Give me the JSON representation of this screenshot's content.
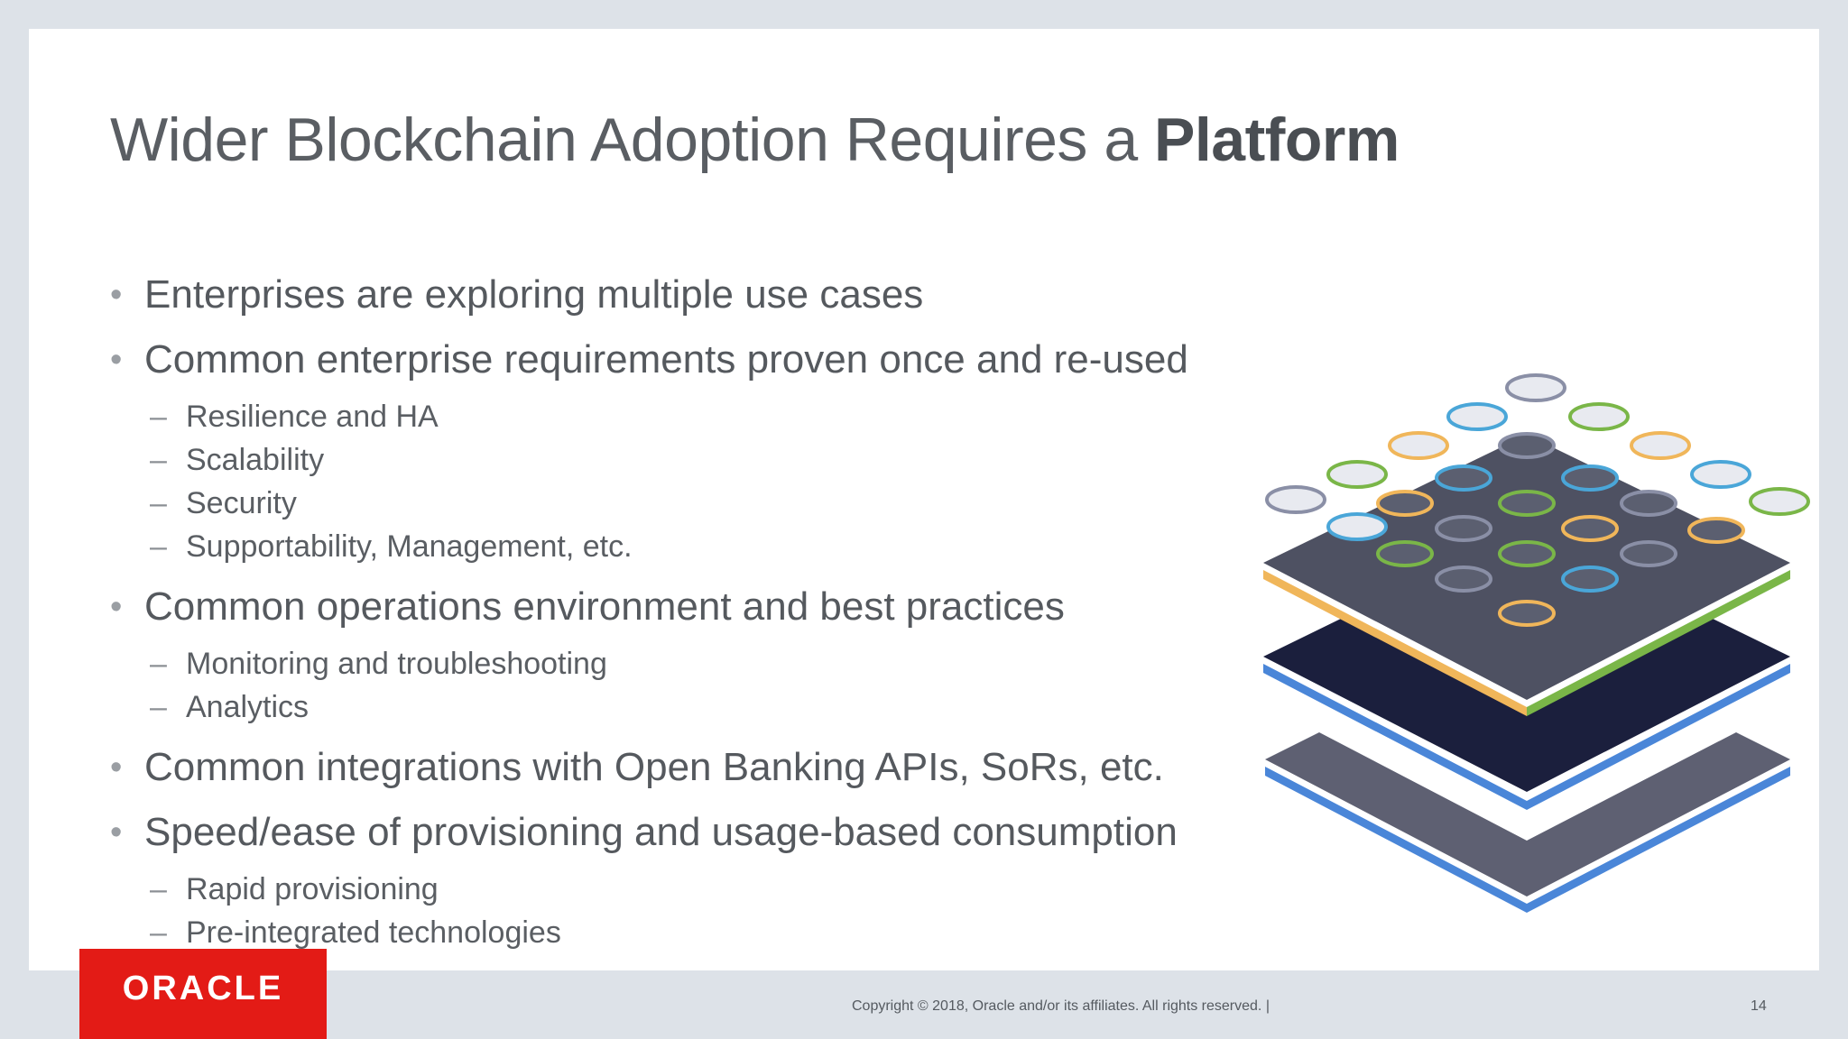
{
  "slide": {
    "title_regular": "Wider Blockchain Adoption Requires a ",
    "title_bold": "Platform",
    "bullets": [
      {
        "text": "Enterprises are exploring multiple use cases",
        "subs": []
      },
      {
        "text": "Common enterprise requirements proven once and re-used",
        "subs": [
          "Resilience and HA",
          "Scalability",
          "Security",
          "Supportability, Management, etc."
        ]
      },
      {
        "text": "Common operations environment and best practices",
        "subs": [
          "Monitoring and troubleshooting",
          "Analytics"
        ]
      },
      {
        "text": "Common integrations with Open Banking APIs, SoRs, etc.",
        "subs": []
      },
      {
        "text": "Speed/ease of provisioning and usage-based consumption",
        "subs": [
          "Rapid provisioning",
          "Pre-integrated technologies"
        ]
      }
    ]
  },
  "footer": {
    "logo_text": "ORACLE",
    "copyright": "Copyright © 2018, Oracle and/or its affiliates. All rights reserved.  |",
    "page_number": "14"
  },
  "colors": {
    "brand_red": "#e31b16",
    "layer_top": "#4e5162",
    "layer_mid": "#1b1f3d",
    "layer_bottom": "#5e6072",
    "accent_blue": "#4a86d8",
    "accent_green": "#7ab648",
    "accent_orange": "#f0b65a"
  },
  "icon_names": [
    "platform-layers-illustration",
    "service-icon-circles"
  ]
}
